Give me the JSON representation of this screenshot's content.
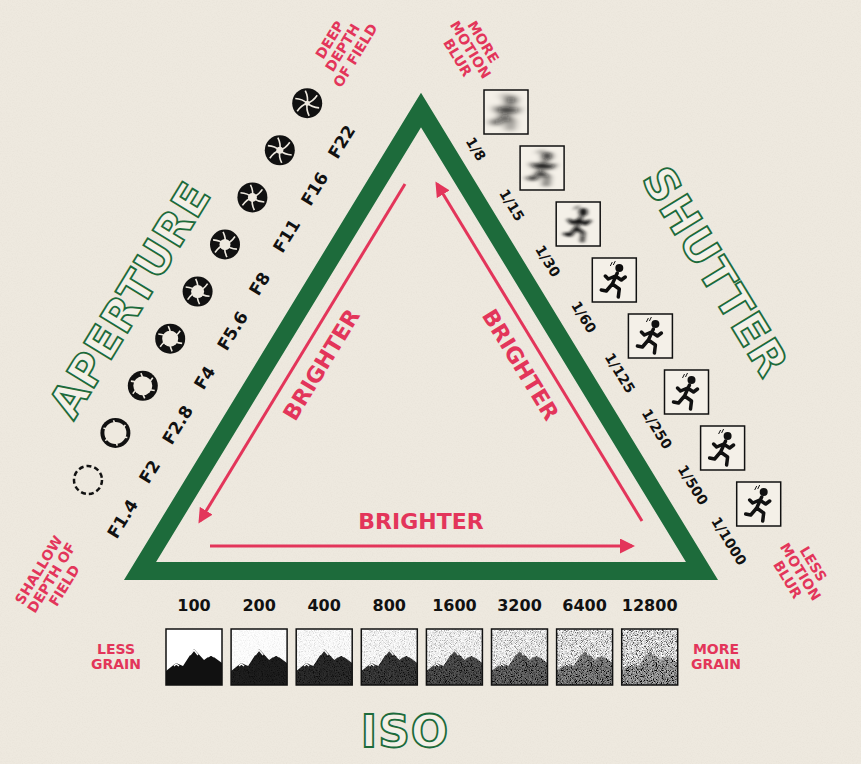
{
  "diagram": {
    "labels": [
      "APERTURE",
      "SHUTTER",
      "ISO",
      "BRIGHTER",
      "BRIGHTER",
      "BRIGHTER",
      "F1.4",
      "F2",
      "F2.8",
      "F4",
      "F5.6",
      "F8",
      "F11",
      "F16",
      "F22",
      "SHALLOW DEPTH OF FIELD",
      "DEEP DEPTH OF FIELD",
      "1/8",
      "1/15",
      "1/30",
      "1/60",
      "1/125",
      "1/250",
      "1/500",
      "1/1000",
      "MORE MOTION BLUR",
      "LESS MOTION BLUR",
      "100",
      "200",
      "400",
      "800",
      "1600",
      "3200",
      "6400",
      "12800",
      "LESS GRAIN",
      "MORE GRAIN"
    ]
  }
}
